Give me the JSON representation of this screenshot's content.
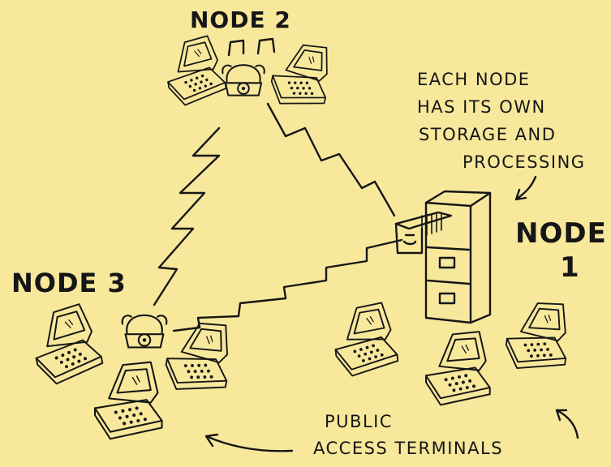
{
  "nodes": [
    {
      "id": "node-1",
      "label_line1": "NODE",
      "label_line2": "1"
    },
    {
      "id": "node-2",
      "label": "NODE 2"
    },
    {
      "id": "node-3",
      "label": "NODE 3"
    }
  ],
  "callouts": {
    "storage_note": [
      "EACH NODE",
      "HAS ITS OWN",
      "STORAGE AND",
      "PROCESSING"
    ],
    "terminals_note": [
      "PUBLIC",
      "ACCESS TERMINALS"
    ]
  },
  "colors": {
    "background": "#f7e89c",
    "ink": "#161616"
  },
  "icons": [
    "computer-terminal-icon",
    "telephone-icon",
    "file-cabinet-icon",
    "lightning-link"
  ]
}
